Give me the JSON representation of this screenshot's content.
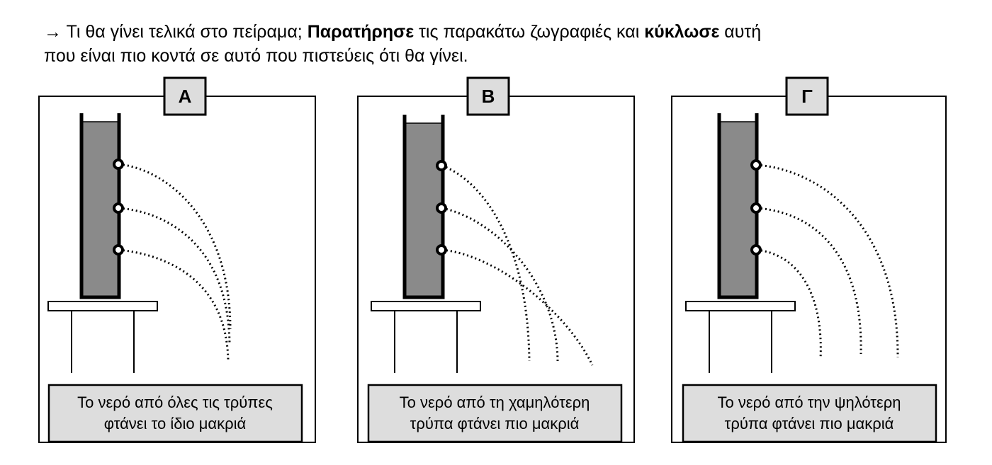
{
  "instruction": {
    "arrow": "→",
    "part1": " Τι θα γίνει τελικά στο πείραμα; ",
    "bold1": "Παρατήρησε",
    "part2": " τις παρακάτω ζωγραφιές και ",
    "bold2": "κύκλωσε",
    "part3": " αυτή",
    "line2": "που είναι πιο κοντά σε αυτό που πιστεύεις ότι θα γίνει."
  },
  "panels": [
    {
      "label": "Α",
      "caption_line1": "Το νερό από όλες τις τρύπες",
      "caption_line2": "φτάνει το ίδιο μακριά"
    },
    {
      "label": "Β",
      "caption_line1": "Το νερό από τη χαμηλότερη",
      "caption_line2": "τρύπα φτάνει πιο μακριά"
    },
    {
      "label": "Γ",
      "caption_line1": "Το νερό από την ψηλότερη",
      "caption_line2": "τρύπα φτάνει πιο μακριά"
    }
  ],
  "colors": {
    "water": "#8a8a8a",
    "label_bg": "#dddddd",
    "caption_bg": "#dddddd",
    "line": "#000000"
  }
}
